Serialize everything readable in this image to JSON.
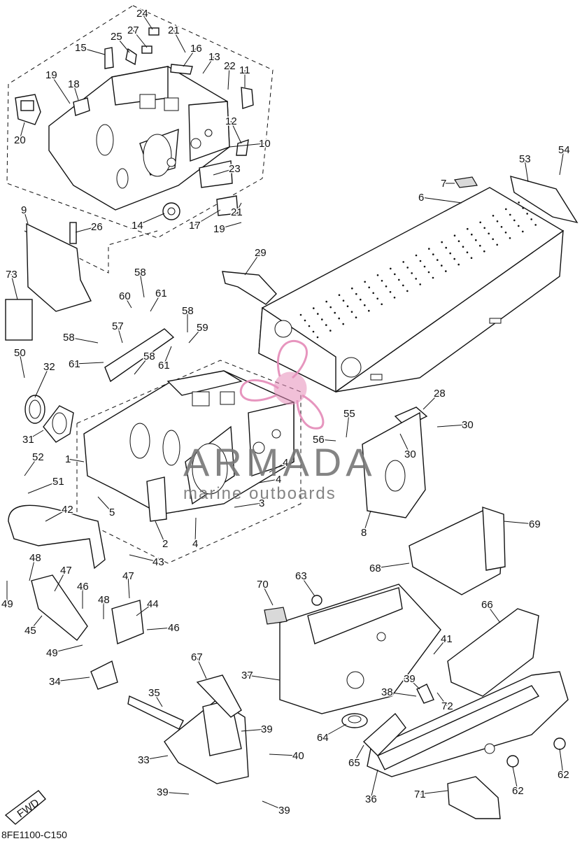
{
  "diagram": {
    "code": "8FE1100-C150",
    "fwd_label": "FWD",
    "callouts": [
      {
        "id": "c24",
        "n": "24"
      },
      {
        "id": "c21a",
        "n": "21"
      },
      {
        "id": "c25",
        "n": "25"
      },
      {
        "id": "c27",
        "n": "27"
      },
      {
        "id": "c15",
        "n": "15"
      },
      {
        "id": "c16",
        "n": "16"
      },
      {
        "id": "c13",
        "n": "13"
      },
      {
        "id": "c22",
        "n": "22"
      },
      {
        "id": "c11",
        "n": "11"
      },
      {
        "id": "c19a",
        "n": "19"
      },
      {
        "id": "c18",
        "n": "18"
      },
      {
        "id": "c20",
        "n": "20"
      },
      {
        "id": "c12",
        "n": "12"
      },
      {
        "id": "c10",
        "n": "10"
      },
      {
        "id": "c23",
        "n": "23"
      },
      {
        "id": "c21b",
        "n": "21"
      },
      {
        "id": "c14",
        "n": "14"
      },
      {
        "id": "c17",
        "n": "17"
      },
      {
        "id": "c19b",
        "n": "19"
      },
      {
        "id": "c9",
        "n": "9"
      },
      {
        "id": "c26",
        "n": "26"
      },
      {
        "id": "c73",
        "n": "73"
      },
      {
        "id": "c7",
        "n": "7"
      },
      {
        "id": "c6",
        "n": "6"
      },
      {
        "id": "c53",
        "n": "53"
      },
      {
        "id": "c54",
        "n": "54"
      },
      {
        "id": "c29",
        "n": "29"
      },
      {
        "id": "c58a",
        "n": "58"
      },
      {
        "id": "c60",
        "n": "60"
      },
      {
        "id": "c61a",
        "n": "61"
      },
      {
        "id": "c57",
        "n": "57"
      },
      {
        "id": "c58b",
        "n": "58"
      },
      {
        "id": "c59",
        "n": "59"
      },
      {
        "id": "c58c",
        "n": "58"
      },
      {
        "id": "c61b",
        "n": "61"
      },
      {
        "id": "c58d",
        "n": "58"
      },
      {
        "id": "c61c",
        "n": "61"
      },
      {
        "id": "c50",
        "n": "50"
      },
      {
        "id": "c32",
        "n": "32"
      },
      {
        "id": "c31",
        "n": "31"
      },
      {
        "id": "c28",
        "n": "28"
      },
      {
        "id": "c30a",
        "n": "30"
      },
      {
        "id": "c55",
        "n": "55"
      },
      {
        "id": "c56",
        "n": "56"
      },
      {
        "id": "c30b",
        "n": "30"
      },
      {
        "id": "c1",
        "n": "1"
      },
      {
        "id": "c52",
        "n": "52"
      },
      {
        "id": "c51",
        "n": "51"
      },
      {
        "id": "c4a",
        "n": "4"
      },
      {
        "id": "c4b",
        "n": "4"
      },
      {
        "id": "c5",
        "n": "5"
      },
      {
        "id": "c3",
        "n": "3"
      },
      {
        "id": "c42",
        "n": "42"
      },
      {
        "id": "c2",
        "n": "2"
      },
      {
        "id": "c4c",
        "n": "4"
      },
      {
        "id": "c8",
        "n": "8"
      },
      {
        "id": "c69",
        "n": "69"
      },
      {
        "id": "c48a",
        "n": "48"
      },
      {
        "id": "c43",
        "n": "43"
      },
      {
        "id": "c68",
        "n": "68"
      },
      {
        "id": "c49a",
        "n": "49"
      },
      {
        "id": "c47a",
        "n": "47"
      },
      {
        "id": "c46a",
        "n": "46"
      },
      {
        "id": "c47b",
        "n": "47"
      },
      {
        "id": "c70",
        "n": "70"
      },
      {
        "id": "c63",
        "n": "63"
      },
      {
        "id": "c45",
        "n": "45"
      },
      {
        "id": "c48b",
        "n": "48"
      },
      {
        "id": "c44",
        "n": "44"
      },
      {
        "id": "c46b",
        "n": "46"
      },
      {
        "id": "c66",
        "n": "66"
      },
      {
        "id": "c41",
        "n": "41"
      },
      {
        "id": "c49b",
        "n": "49"
      },
      {
        "id": "c34",
        "n": "34"
      },
      {
        "id": "c67",
        "n": "67"
      },
      {
        "id": "c37",
        "n": "37"
      },
      {
        "id": "c39a",
        "n": "39"
      },
      {
        "id": "c38",
        "n": "38"
      },
      {
        "id": "c72",
        "n": "72"
      },
      {
        "id": "c35",
        "n": "35"
      },
      {
        "id": "c39b",
        "n": "39"
      },
      {
        "id": "c64",
        "n": "64"
      },
      {
        "id": "c33",
        "n": "33"
      },
      {
        "id": "c40",
        "n": "40"
      },
      {
        "id": "c65",
        "n": "65"
      },
      {
        "id": "c62a",
        "n": "62"
      },
      {
        "id": "c62b",
        "n": "62"
      },
      {
        "id": "c39c",
        "n": "39"
      },
      {
        "id": "c71",
        "n": "71"
      },
      {
        "id": "c36",
        "n": "36"
      },
      {
        "id": "c39d",
        "n": "39"
      }
    ]
  },
  "watermark": {
    "brand": "ARMADA",
    "tagline": "marine outboards",
    "color": "#e48ab7"
  }
}
